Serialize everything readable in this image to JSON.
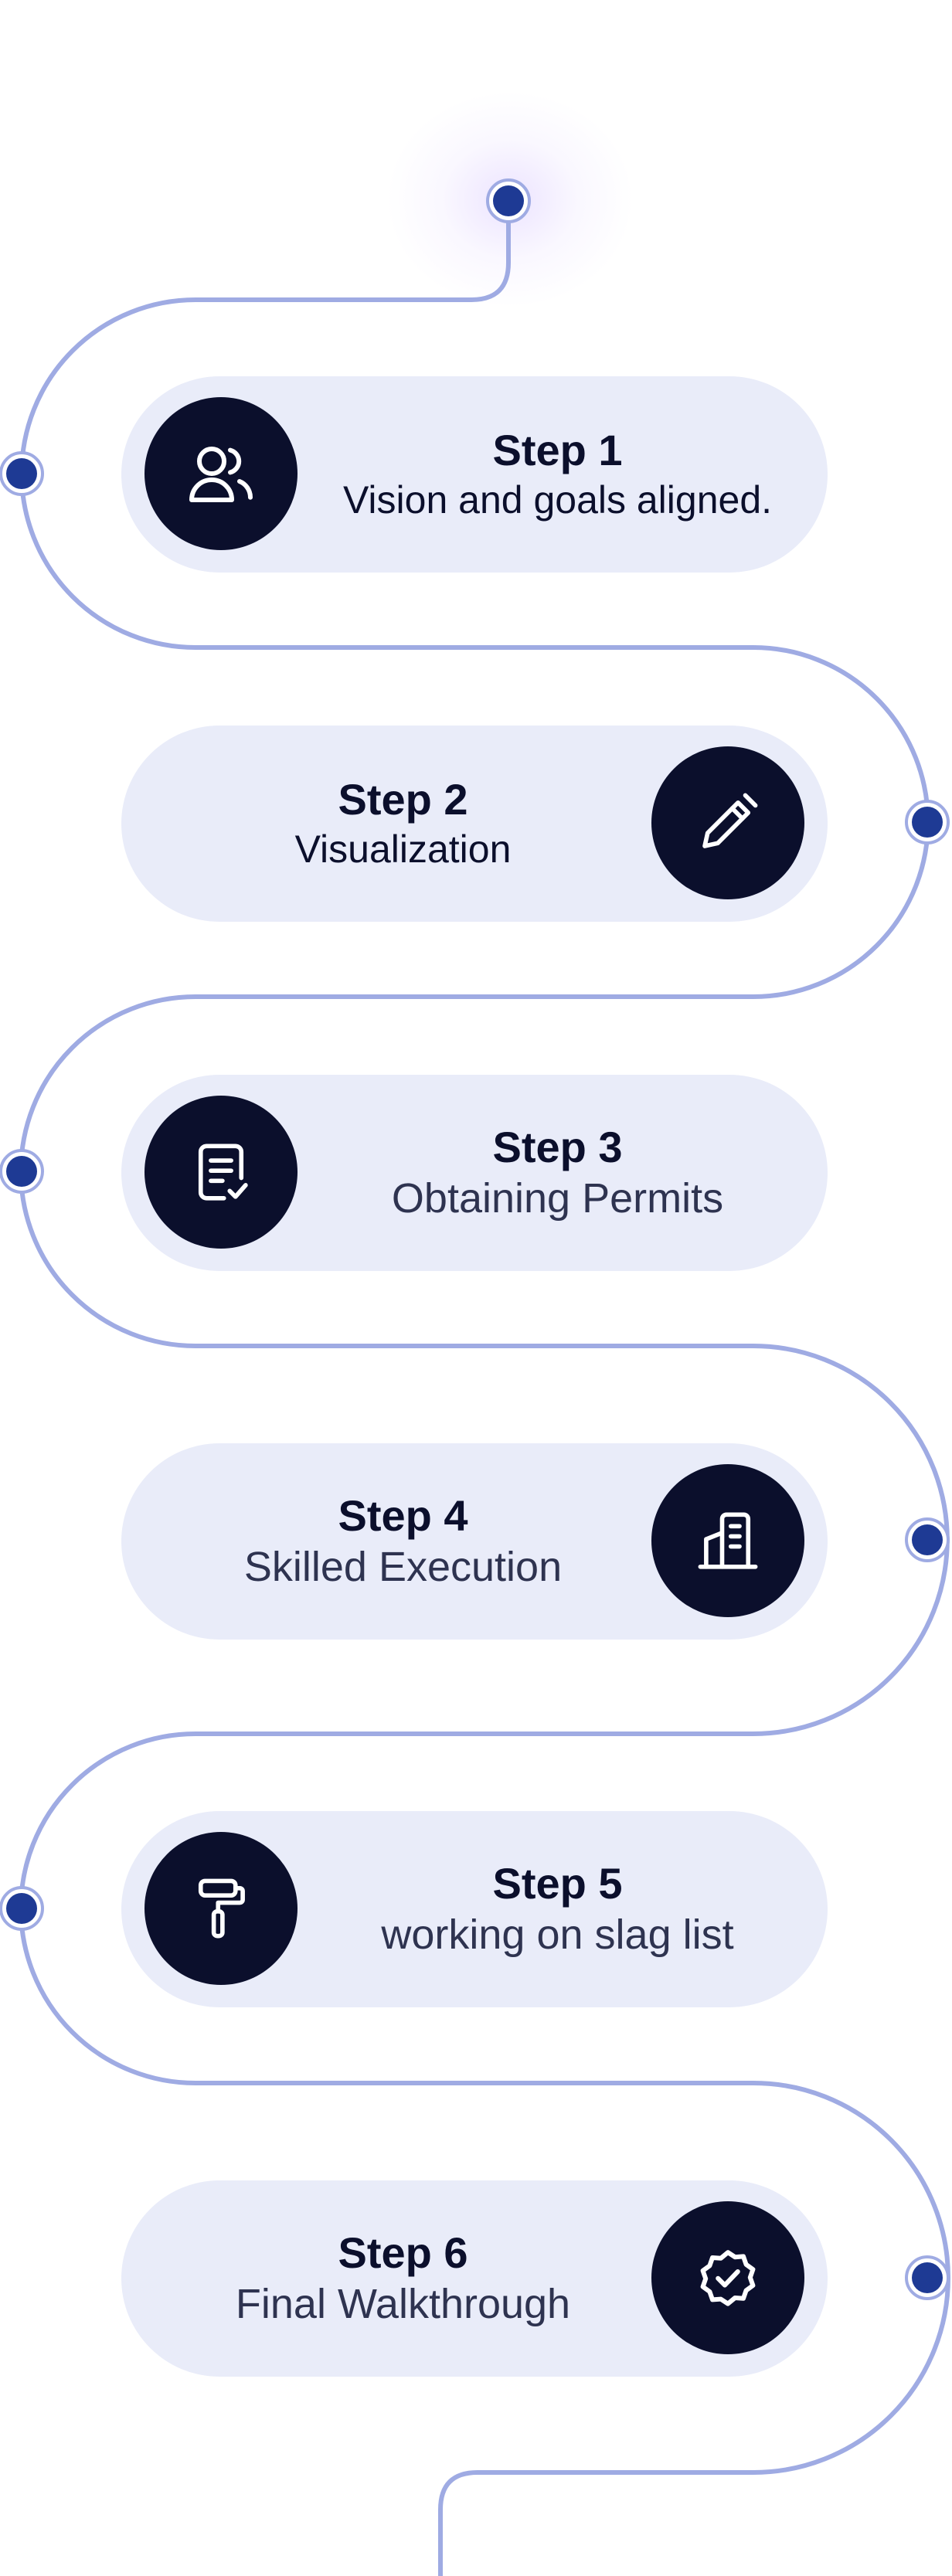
{
  "colors": {
    "path_line": "#9fabe3",
    "node_fill": "#1e3a94",
    "card_background": "#e9ecf9",
    "icon_circle": "#0b0f2c",
    "title_text": "#0b0f2c",
    "desc_text": "#2e3350"
  },
  "steps": [
    {
      "title": "Step 1",
      "description": "Vision and goals aligned.",
      "icon": "users-icon",
      "icon_side": "left"
    },
    {
      "title": "Step 2",
      "description": "Visualization",
      "icon": "pencil-icon",
      "icon_side": "right"
    },
    {
      "title": "Step 3",
      "description": "Obtaining Permits",
      "icon": "document-check-icon",
      "icon_side": "left"
    },
    {
      "title": "Step 4",
      "description": "Skilled Execution",
      "icon": "building-icon",
      "icon_side": "right"
    },
    {
      "title": "Step 5",
      "description": "working on slag list",
      "icon": "paint-roller-icon",
      "icon_side": "left"
    },
    {
      "title": "Step 6",
      "description": "Final Walkthrough",
      "icon": "verified-badge-icon",
      "icon_side": "right"
    }
  ]
}
